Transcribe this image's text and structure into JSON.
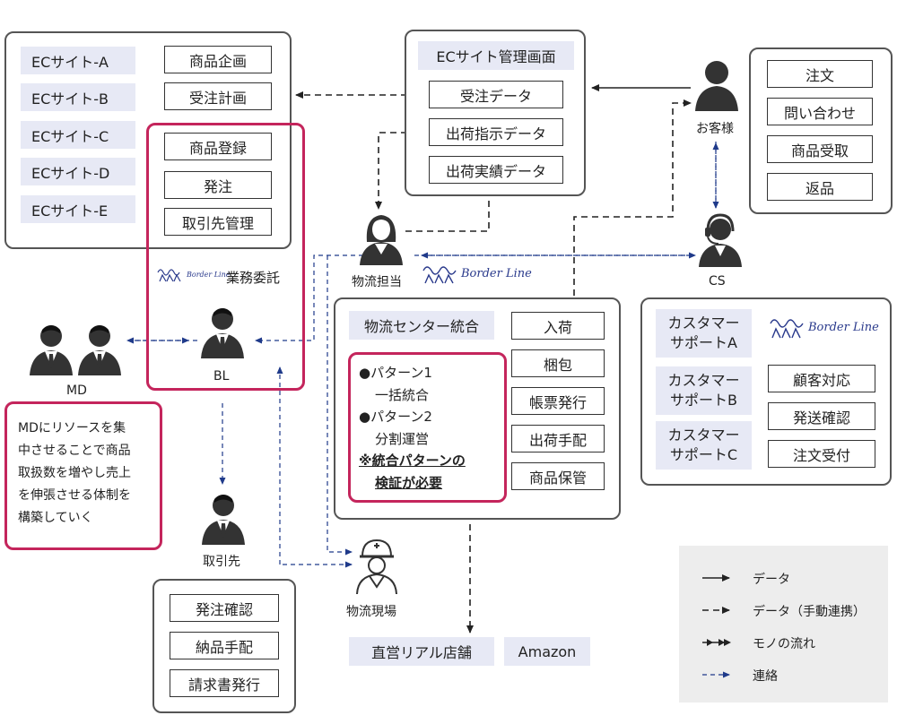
{
  "ec_sites": [
    "ECサイト-A",
    "ECサイト-B",
    "ECサイト-C",
    "ECサイト-D",
    "ECサイト-E"
  ],
  "bl_boxes": [
    "商品企画",
    "受注計画",
    "商品登録",
    "発注",
    "取引先管理"
  ],
  "gyomu_itaku": "業務委託",
  "bl_label": "BL",
  "md_label": "MD",
  "md_note": [
    "MDにリソースを集",
    "中させることで商品",
    "取扱数を増やし売上",
    "を伸張させる体制を",
    "構築していく"
  ],
  "torihikisaki_label": "取引先",
  "supplier_boxes": [
    "発注確認",
    "納品手配",
    "請求書発行"
  ],
  "ec_admin": {
    "title": "ECサイト管理画面",
    "items": [
      "受注データ",
      "出荷指示データ",
      "出荷実績データ"
    ]
  },
  "butsuryu_tanto": "物流担当",
  "butsuryu_genba": "物流現場",
  "logo_text": "Border Line",
  "center": {
    "title": "物流センター統合",
    "tasks": [
      "入荷",
      "梱包",
      "帳票発行",
      "出荷手配",
      "商品保管"
    ],
    "pattern_lines": [
      "●パターン1",
      "一括統合",
      "●パターン2",
      "分割運営"
    ],
    "pattern_note": [
      "※統合パターンの",
      "検証が必要"
    ]
  },
  "channels": [
    "直営リアル店舗",
    "Amazon"
  ],
  "customer_label": "お客様",
  "customer_actions": [
    "注文",
    "問い合わせ",
    "商品受取",
    "返品"
  ],
  "cs_label": "CS",
  "cs_panel": {
    "teams": [
      [
        "カスタマー",
        "サポートA"
      ],
      [
        "カスタマー",
        "サポートB"
      ],
      [
        "カスタマー",
        "サポートC"
      ]
    ],
    "tasks": [
      "顧客対応",
      "発送確認",
      "注文受付"
    ]
  },
  "legend": [
    "データ",
    "データ（手動連携）",
    "モノの流れ",
    "連絡"
  ],
  "colors": {
    "accent": "#c4255c",
    "shade": "#e7e9f5",
    "line": "#222222",
    "contact": "#1f3a8a",
    "logo": "#2a3a8c"
  },
  "icons": [
    "person-icon",
    "worker-helmet-icon",
    "headset-agent-icon",
    "cattle-logo-icon"
  ]
}
